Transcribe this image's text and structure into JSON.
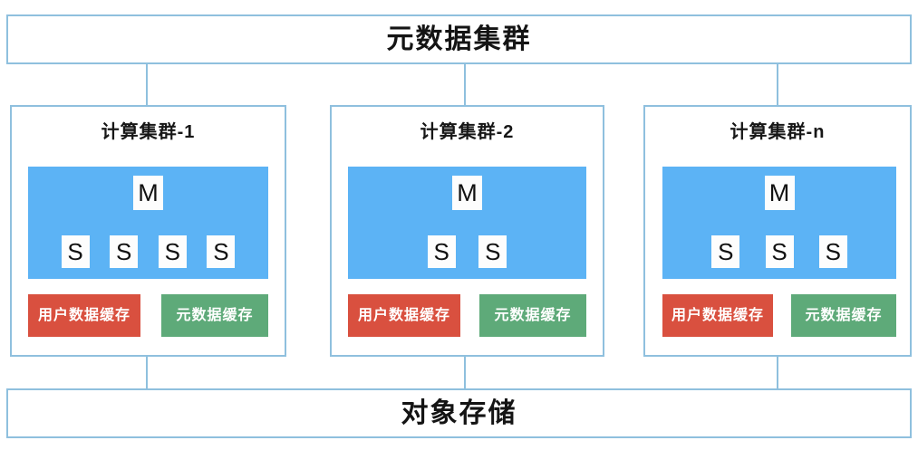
{
  "diagram": {
    "title_top": "元数据集群",
    "title_bottom": "对象存储",
    "accent_border": "#8fc0de",
    "node_panel_color": "#5cb3f5",
    "user_cache_color": "#d9503f",
    "meta_cache_color": "#5eaa79",
    "node_box_color": "#fdfdfd"
  },
  "top_box": {
    "label": "元数据集群"
  },
  "bottom_box": {
    "label": "对象存储"
  },
  "clusters": [
    {
      "title": "计算集群-1",
      "master": "M",
      "slaves": [
        "S",
        "S",
        "S",
        "S"
      ],
      "slave_count": 4,
      "user_cache_label": "用户数据缓存",
      "meta_cache_label": "元数据缓存"
    },
    {
      "title": "计算集群-2",
      "master": "M",
      "slaves": [
        "S",
        "S"
      ],
      "slave_count": 2,
      "user_cache_label": "用户数据缓存",
      "meta_cache_label": "元数据缓存"
    },
    {
      "title": "计算集群-n",
      "master": "M",
      "slaves": [
        "S",
        "S",
        "S"
      ],
      "slave_count": 3,
      "user_cache_label": "用户数据缓存",
      "meta_cache_label": "元数据缓存"
    }
  ]
}
